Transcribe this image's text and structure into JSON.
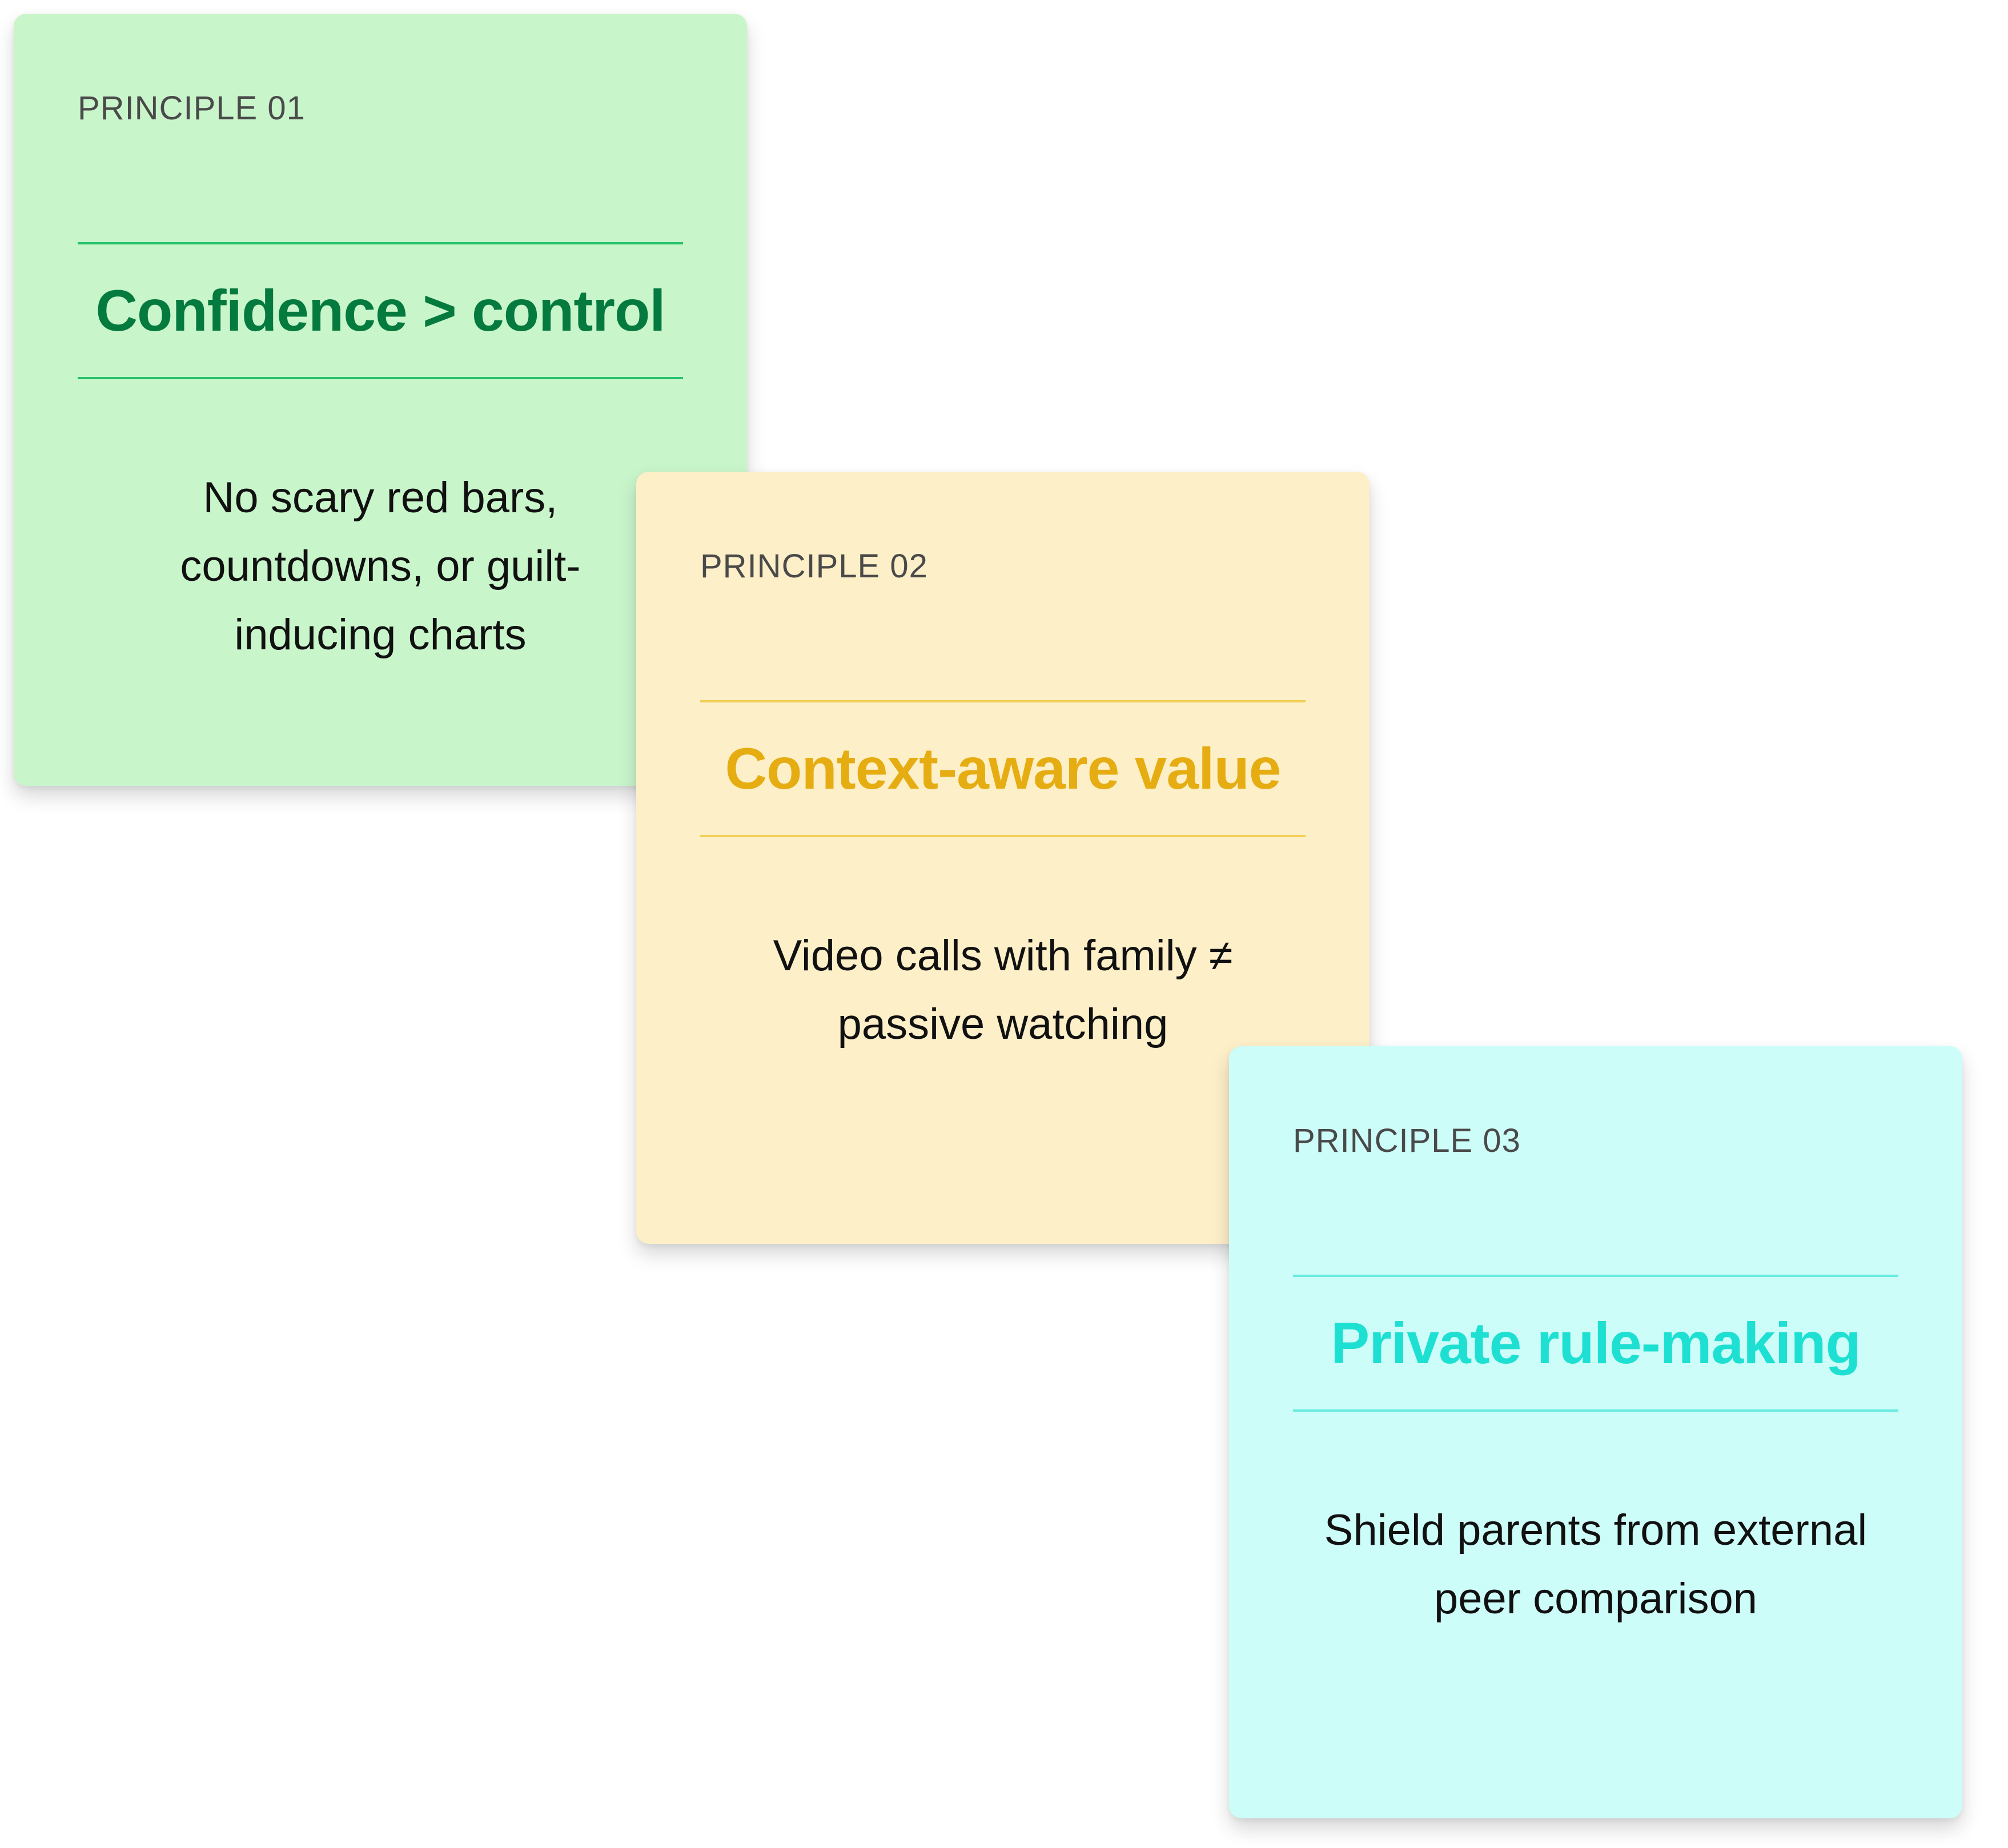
{
  "cards": [
    {
      "eyebrow": "PRINCIPLE 01",
      "title": "Confidence > control",
      "body": "No scary red bars, countdowns, or guilt-inducing charts",
      "background": "#c9f5cb",
      "accent": "#057a3e",
      "rule_color": "#26c26a"
    },
    {
      "eyebrow": "PRINCIPLE 02",
      "title": "Context-aware value",
      "body": "Video calls with family ≠ passive watching",
      "background": "#fdefc8",
      "accent": "#e6ad12",
      "rule_color": "#f3cf56"
    },
    {
      "eyebrow": "PRINCIPLE 03",
      "title": "Private rule-making",
      "body": "Shield parents from external peer comparison",
      "background": "#cdfdf8",
      "accent": "#1ee0d2",
      "rule_color": "#68ebe0"
    }
  ]
}
